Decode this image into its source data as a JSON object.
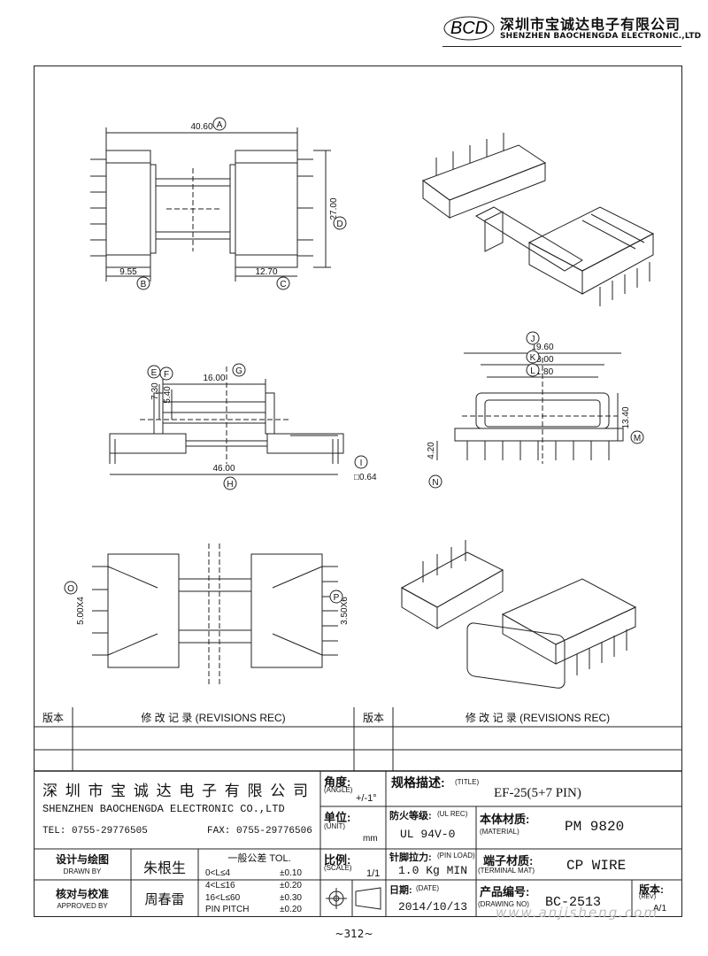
{
  "header": {
    "logo_text": "BCD",
    "company_cn": "深圳市宝诚达电子有限公司",
    "company_en": "SHENZHEN BAOCHENGDA ELECTRONIC.,LTD"
  },
  "dims": {
    "A": "40.60",
    "B": "9.55",
    "C": "12.70",
    "D": "27.00",
    "E": "7.30",
    "F": "5.40",
    "G": "16.00",
    "H": "46.00",
    "I": "□0.64",
    "J": "19.60",
    "K": "13.00",
    "L": "11.80",
    "M": "13.40",
    "N": "4.20",
    "O": "5.00X4",
    "P": "3.50X6"
  },
  "letters": [
    "A",
    "B",
    "C",
    "D",
    "E",
    "F",
    "G",
    "H",
    "I",
    "J",
    "K",
    "L",
    "M",
    "N",
    "O",
    "P"
  ],
  "revisions": {
    "rev_label": "版本",
    "rev_rec_label": "修 改 记 录 (REVISIONS REC)"
  },
  "title_block": {
    "company_cn": "深 圳 市 宝 诚 达 电 子 有 限 公 司",
    "company_en": "SHENZHEN BAOCHENGDA ELECTRONIC CO.,LTD",
    "tel": "TEL: 0755-29776505",
    "fax": "FAX: 0755-29776506",
    "angle_label": "角度:",
    "angle_en": "(ANGLE)",
    "angle_value": "+/-1°",
    "unit_label": "单位:",
    "unit_en": "(UNIT)",
    "unit_value": "mm",
    "scale_label": "比例:",
    "scale_en": "(SCALE)",
    "scale_value": "1/1",
    "title_label": "规格描述:",
    "title_en": "(TITLE)",
    "title_value": "EF-25(5+7 PIN)",
    "ul_label": "防火等级:",
    "ul_en": "(UL REC)",
    "ul_value": "UL 94V-0",
    "material_label": "本体材质:",
    "material_en": "(MATERIAL)",
    "material_value": "PM 9820",
    "pin_load_label": "针脚拉力:",
    "pin_load_en": "(PIN LOAD)",
    "pin_load_value": "1.0 Kg MIN",
    "terminal_label": "端子材质:",
    "terminal_en": "(TERMINAL MAT)",
    "terminal_value": "CP WIRE",
    "date_label": "日期:",
    "date_en": "(DATE)",
    "date_value": "2014/10/13",
    "drawing_no_label": "产品编号:",
    "drawing_no_en": "(DRAWING NO)",
    "drawing_no_value": "BC-2513",
    "rev_label": "版本:",
    "rev_en": "(REV)",
    "rev_value": "A/1",
    "drawn_label": "设计与绘图",
    "drawn_en": "DRAWN BY",
    "drawn_name": "朱根生",
    "approved_label": "核对与校准",
    "approved_en": "APPROVED BY",
    "approved_name": "周春雷",
    "tol_title": "一般公差 TOL.",
    "tol_rows": [
      {
        "range": "0<L≤4",
        "value": "±0.10"
      },
      {
        "range": "4<L≤16",
        "value": "±0.20"
      },
      {
        "range": "16<L≤60",
        "value": "±0.30"
      },
      {
        "range": "PIN PITCH",
        "value": "±0.20"
      }
    ]
  },
  "footer": {
    "page": "~312~",
    "watermark": "www.anjisheng.com"
  }
}
